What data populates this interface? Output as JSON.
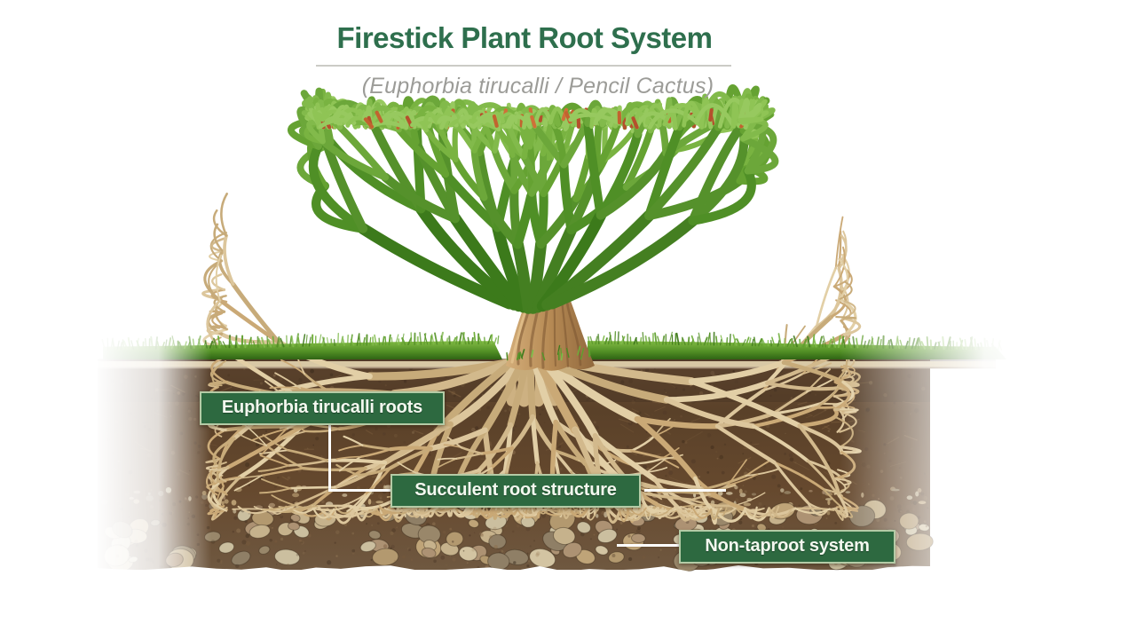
{
  "header": {
    "title": "Firestick Plant Root System",
    "subtitle": "(Euphorbia tirucalli / Pencil Cactus)"
  },
  "labels": [
    {
      "text": "Euphorbia tirucalli roots"
    },
    {
      "text": "Succulent root structure"
    },
    {
      "text": "Non-taproot system"
    }
  ],
  "colors": {
    "title_green": "#2e6f4d",
    "subtitle_gray": "#9c9c98",
    "callout_background": "#2d6940",
    "callout_border": "#b4cba6",
    "callout_text": "#f3f8ef",
    "leader_line": "#ffffff",
    "stem_green": "#63a02f",
    "stem_tip_orange": "#c2632f",
    "trunk_tan": "#b8905c",
    "root_tan": "#d7c096",
    "grass_green": "#5d9a2c",
    "soil_brown": "#5e4530"
  }
}
